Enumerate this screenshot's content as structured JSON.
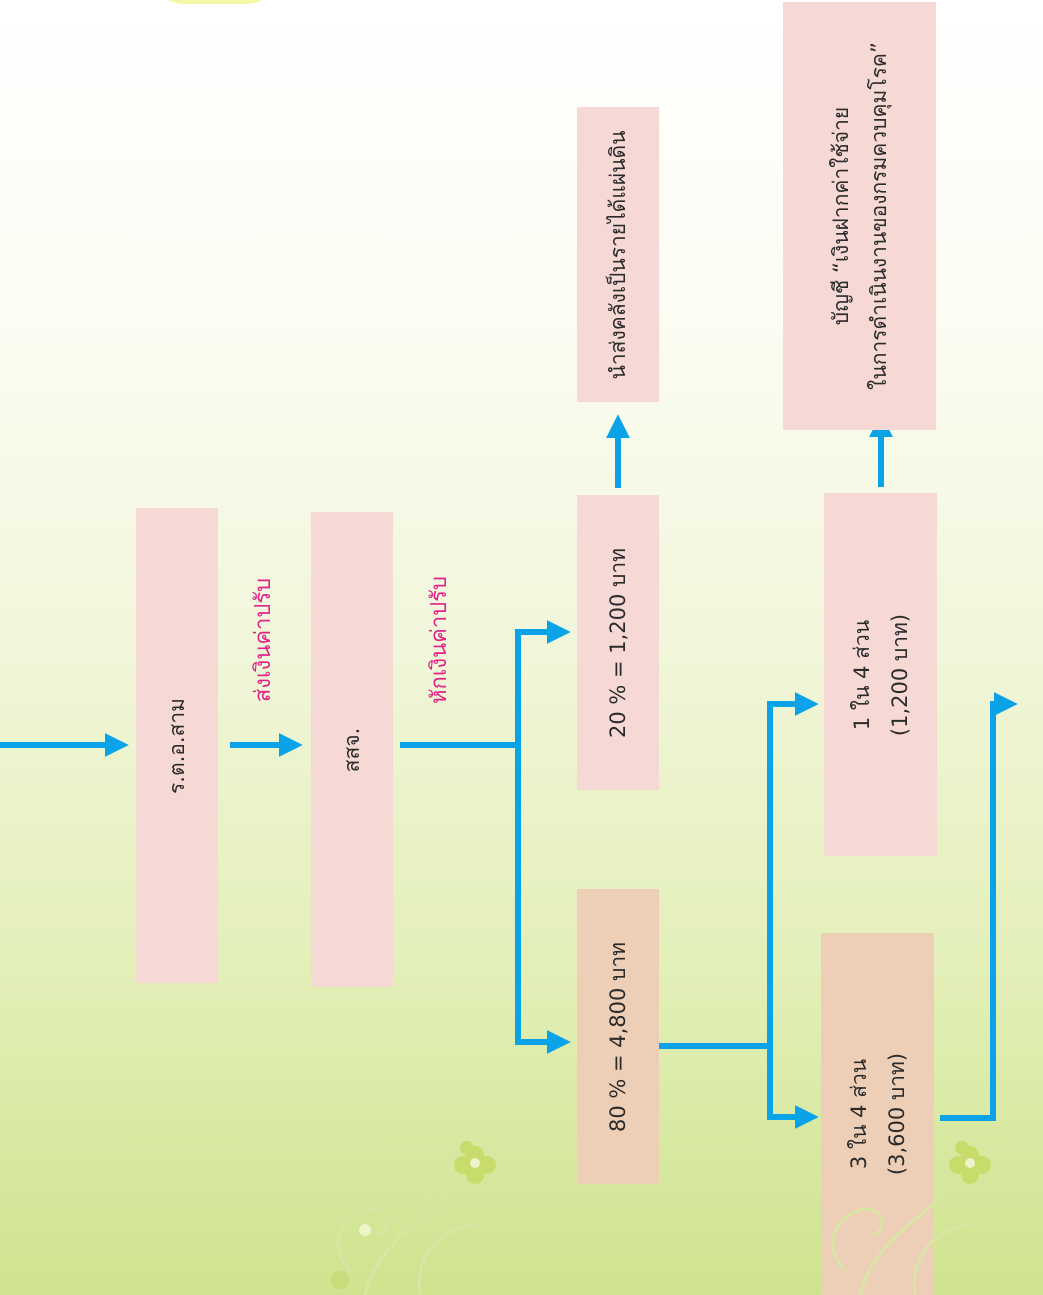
{
  "nodes": {
    "tor_sam": "ร.ต.อ.สาม",
    "sorsorpor": "สสจ.",
    "pct20": "20 % = 1,200 บาท",
    "pct80": "80 % = 4,800 บาท",
    "treasury": "นำส่งคลังเป็นรายได้แผ่นดิน",
    "one_quarter_line1": "1 ใน 4 ส่วน",
    "one_quarter_line2": "(1,200 บาท)",
    "three_quarter_line1": "3 ใน 4 ส่วน",
    "three_quarter_line2": "(3,600 บาท)",
    "deposit_line1": "บัญชี “เงินฝากค่าใช้จ่าย",
    "deposit_line2": "ในการดำเนินงานของกรมควบคุมโรค”"
  },
  "edge_labels": {
    "send_fine": "ส่งเงินค่าปรับ",
    "deduct_fine": "หักเงินค่าปรับ"
  },
  "colors": {
    "arrow": "#0aa3e8",
    "box": "#f6d9d5",
    "box_alt": "#edcfb7",
    "label": "#e0248a"
  }
}
